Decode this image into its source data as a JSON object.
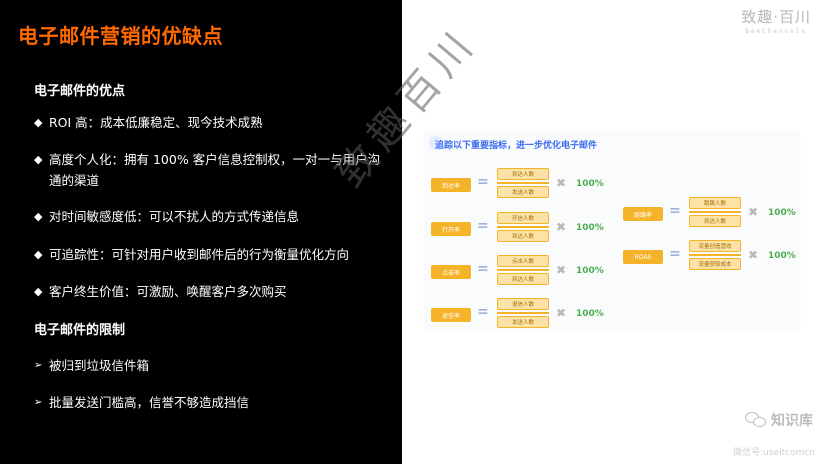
{
  "slide": {
    "title": "电子邮件营销的优缺点",
    "pros_heading": "电子邮件的优点",
    "pros": [
      "ROI 高：成本低廉稳定、现今技术成熟",
      "高度个人化：拥有 100% 客户信息控制权，一对一与用户沟通的渠道",
      "对时间敏感度低：可以不扰人的方式传递信息",
      "可追踪性：可针对用户收到邮件后的行为衡量优化方向",
      "客户终生价值：可激励、唤醒客户多次购买"
    ],
    "cons_heading": "电子邮件的限制",
    "cons": [
      "被归到垃圾信件箱",
      "批量发送门槛高，信誉不够造成挡信"
    ]
  },
  "brand": {
    "name": "致趣·百川",
    "sub": "BeeChannels"
  },
  "diagram": {
    "title": "追踪以下重要指标，进一步优化电子邮件",
    "left_rows": [
      {
        "metric": "到达率",
        "top": "到达人数",
        "bottom": "发送人数",
        "pct": "100%"
      },
      {
        "metric": "打开率",
        "top": "开信人数",
        "bottom": "到达人数",
        "pct": "100%"
      },
      {
        "metric": "点击率",
        "top": "点击人数",
        "bottom": "到达人数",
        "pct": "100%"
      },
      {
        "metric": "退信率",
        "top": "退信人数",
        "bottom": "发送人数",
        "pct": "100%"
      }
    ],
    "right_rows": [
      {
        "metric": "跑跳率",
        "top": "跑跳人数",
        "bottom": "到达人数",
        "pct": "100%"
      },
      {
        "metric": "ROAS",
        "top": "流量创造营收",
        "bottom": "流量获取成本",
        "pct": "100%"
      }
    ],
    "eq": "=",
    "times": "✖"
  },
  "watermark": "致趣百川",
  "footer": {
    "label": "知识库",
    "sub": "微信号:useitcomcn"
  }
}
